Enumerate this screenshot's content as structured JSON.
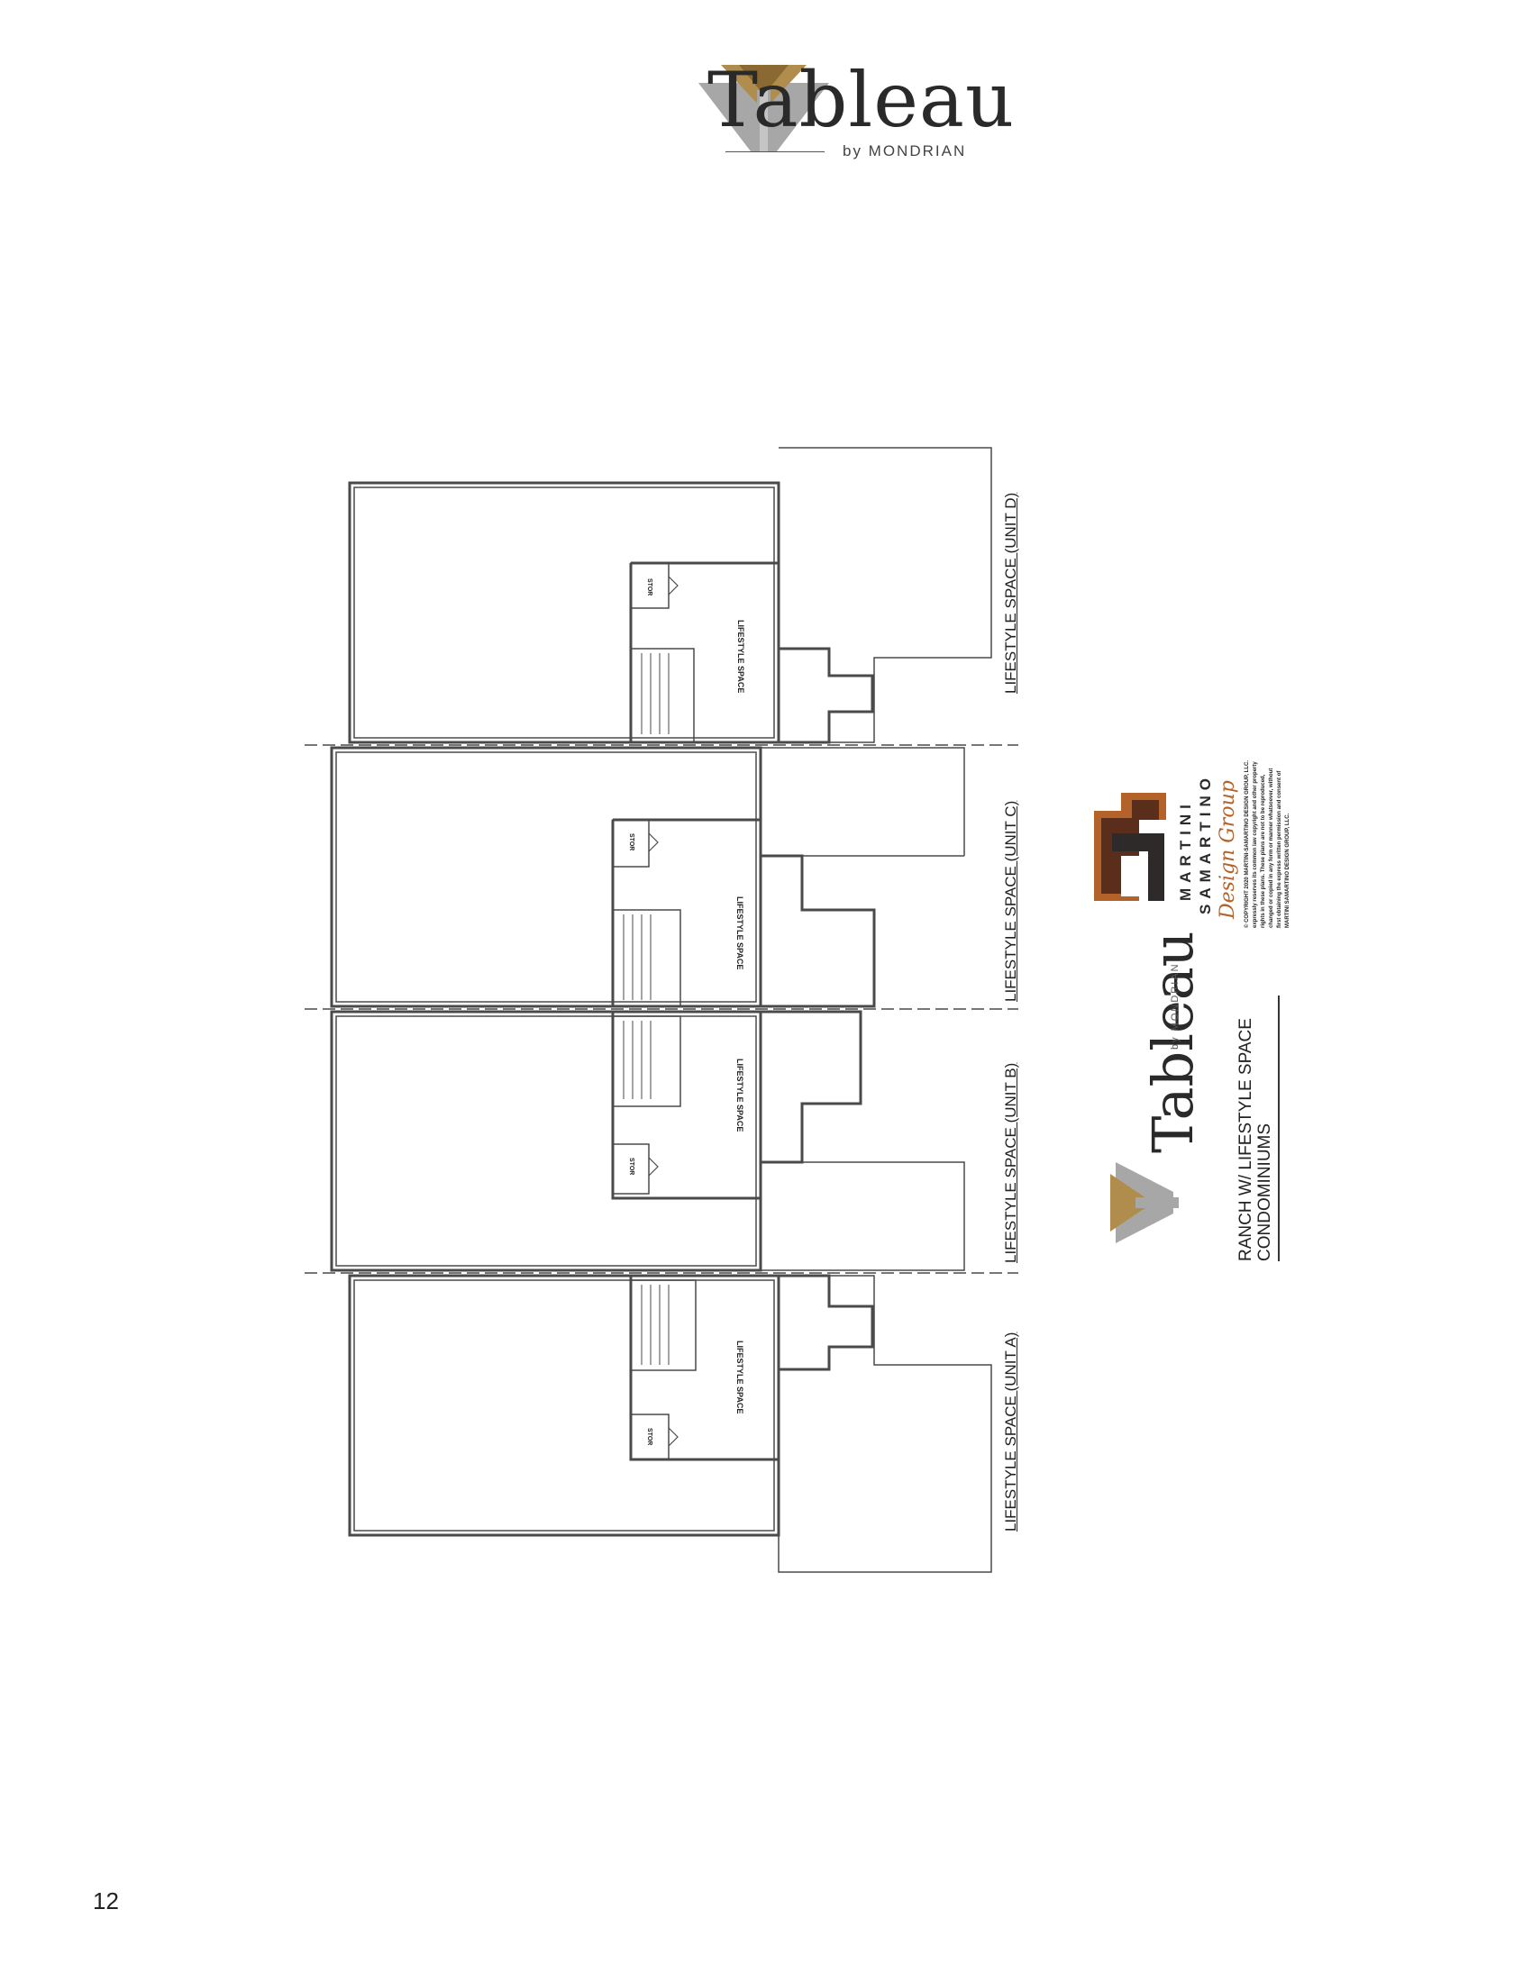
{
  "header": {
    "brand": "Tableau",
    "sub": "by MONDRIAN"
  },
  "colors": {
    "gold": "#b08d4c",
    "gold_dark": "#8a6a32",
    "gray": "#a7a7a7",
    "wall": "#4a4a4a",
    "ms_brown": "#5a2e1a",
    "ms_orange": "#b3622a",
    "ms_dark": "#2e2a2a"
  },
  "plan": {
    "units": [
      {
        "label": "LIFESTYLE SPACE (UNIT D)",
        "room": "LIFESTYLE SPACE",
        "storage": "STOR"
      },
      {
        "label": "LIFESTYLE SPACE (UNIT C)",
        "room": "LIFESTYLE SPACE",
        "storage": "STOR"
      },
      {
        "label": "LIFESTYLE SPACE (UNIT B)",
        "room": "LIFESTYLE SPACE",
        "storage": "STOR"
      },
      {
        "label": "LIFESTYLE SPACE (UNIT A)",
        "room": "LIFESTYLE SPACE",
        "storage": "STOR"
      }
    ]
  },
  "title_block": {
    "brand": "Tableau",
    "sub": "by MONDRIAN",
    "title": "RANCH W/ LIFESTYLE SPACE",
    "subtitle": "CONDOMINIUMS",
    "firm_line1": "MARTINI",
    "firm_line2": "SAMARTINO",
    "firm_line3": "Design Group",
    "copyright": "© COPYRIGHT 2020 MARTINI-SAMARTINO DESIGN GROUP, LLC. expressly reserves its common law copyright and other property rights in these plans. These plans are not to be reproduced, changed or copied in any form or manner whatsoever, without first obtaining the express written permission and consent of MARTINI SAMARTINO DESIGN GROUP, LLC."
  },
  "page_number": "12"
}
